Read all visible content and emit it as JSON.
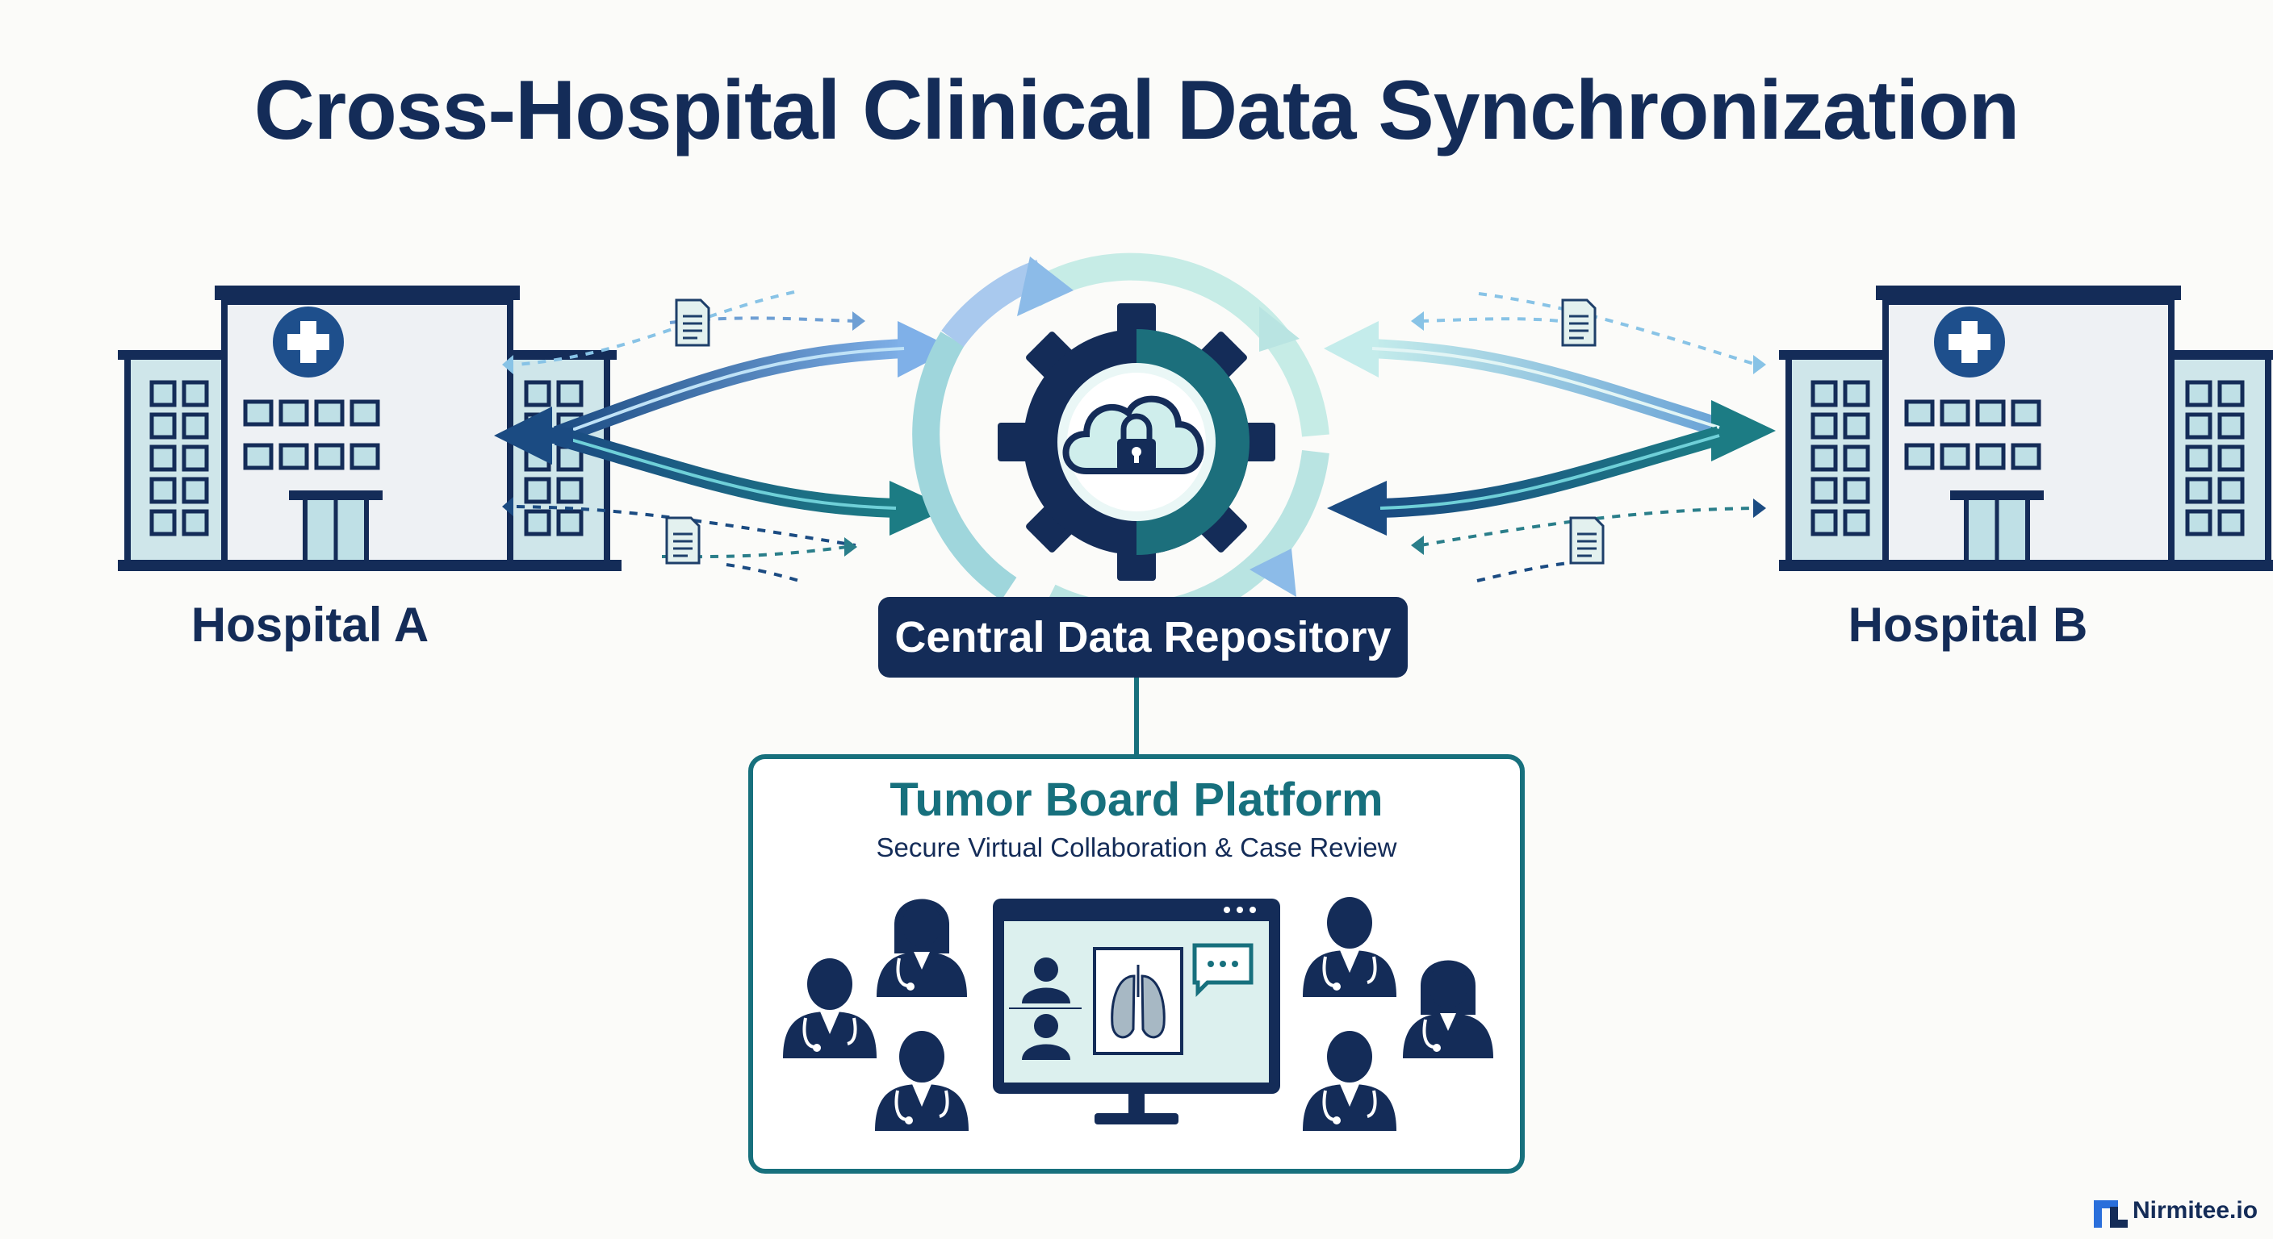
{
  "title": "Cross-Hospital Clinical Data Synchronization",
  "nodes": {
    "hospital_a": "Hospital A",
    "hospital_b": "Hospital B",
    "repository": "Central Data Repository"
  },
  "platform": {
    "title": "Tumor Board Platform",
    "subtitle": "Secure Virtual Collaboration & Case Review"
  },
  "brand": "Nirmitee.io",
  "icons": [
    "hospital-icon",
    "document-icon",
    "gear-icon",
    "cloud-icon",
    "lock-icon",
    "sync-cycle-icon",
    "doctor-icon",
    "monitor-icon",
    "lung-scan-icon",
    "chat-icon"
  ],
  "colors": {
    "navy": "#142c58",
    "teal": "#17707d",
    "light_blue": "#7fb0e0",
    "mint": "#c6e9e6"
  }
}
